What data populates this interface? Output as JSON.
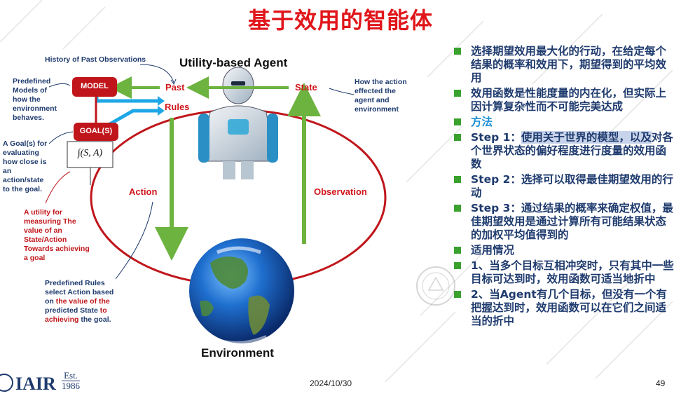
{
  "slide": {
    "title": "基于效用的智能体",
    "date": "2024/10/30",
    "page_number": "49"
  },
  "logo": {
    "name": "IAIR",
    "est_label": "Est.",
    "est_year": "1986"
  },
  "diagram": {
    "agent_title": "Utility-based Agent",
    "environment_label": "Environment",
    "state_label": "State",
    "past_label": "Past",
    "rules_label": "Rules",
    "action_label": "Action",
    "observation_label": "Observation",
    "model_box": "MODEL",
    "goals_box": "GOAL(S)",
    "utility_formula": "∫(S, A)",
    "history_note": "History of Past Observations",
    "models_note": [
      "Predefined",
      "Models of",
      "how the",
      "environment",
      "behaves."
    ],
    "goal_note": [
      "A Goal(s) for",
      "evaluating",
      "how close is",
      "an",
      "action/state",
      "to the goal."
    ],
    "utility_note": [
      "A utility for",
      "measuring The",
      "value of an",
      "State/Action",
      "Towards achieving",
      "a goal"
    ],
    "state_note": [
      "How the action",
      "effected the",
      "agent and",
      "environment"
    ],
    "rules_note_1": "Predefined Rules",
    "rules_note_2": "select Action based",
    "rules_note_3a": "on ",
    "rules_note_3b": "the value of the",
    "rules_note_4": "predicted State ",
    "rules_note_4b": "to",
    "rules_note_5a": "achieving",
    "rules_note_5b": " the goal."
  },
  "bullets": [
    {
      "text": "选择期望效用最大化的行动，在给定每个结果的概率和效用下，期望得到的平均效用",
      "style": "normal"
    },
    {
      "text": "效用函数是性能度量的内在化，但实际上因计算复杂性而不可能完美达成",
      "style": "normal"
    },
    {
      "text": "方法",
      "style": "accent"
    },
    {
      "prefix": "Step 1：",
      "highlight": "使用关于世界的模型，以及",
      "text": "对各个世界状态的偏好程度进行度量的效用函数",
      "style": "normal"
    },
    {
      "text": "Step 2：选择可以取得最佳期望效用的行动",
      "style": "normal"
    },
    {
      "text": "Step 3：通过结果的概率来确定权值，最佳期望效用是通过计算所有可能结果状态的加权平均值得到的",
      "style": "normal"
    },
    {
      "text": "适用情况",
      "style": "normal"
    },
    {
      "text": "1、当多个目标互相冲突时，只有其中一些目标可达到时，效用函数可适当地折中",
      "style": "normal"
    },
    {
      "text": "2、当Agent有几个目标，但没有一个有把握达到时，效用函数可以在它们之间适当的折中",
      "style": "normal"
    }
  ],
  "colors": {
    "title_red": "#e0161b",
    "arrow_green": "#6db33f",
    "arrow_blue": "#1ea7e6",
    "box_red": "#c0161b",
    "text_navy": "#1f3b6e",
    "bullet_green": "#3aa12f",
    "accent_blue": "#1c8fd6"
  },
  "icons": [
    "robot-image",
    "earth-image",
    "college-seal-icon",
    "iair-logo"
  ]
}
